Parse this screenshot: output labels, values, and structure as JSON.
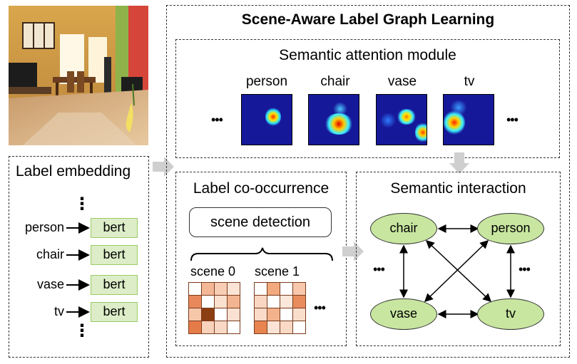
{
  "title": "Scene-Aware Label Graph Learning",
  "attention": {
    "title": "Semantic attention module",
    "maps": [
      {
        "label": "person"
      },
      {
        "label": "chair"
      },
      {
        "label": "vase"
      },
      {
        "label": "tv"
      }
    ]
  },
  "embedding": {
    "title": "Label embedding",
    "rows": [
      {
        "word": "person",
        "encoder": "bert"
      },
      {
        "word": "chair",
        "encoder": "bert"
      },
      {
        "word": "vase",
        "encoder": "bert"
      },
      {
        "word": "tv",
        "encoder": "bert"
      }
    ]
  },
  "cooccurrence": {
    "title": "Label co-occurrence",
    "detector": "scene detection",
    "scenes": [
      "scene 0",
      "scene 1"
    ],
    "matrix_colors": {
      "scene0": [
        "#ffffff",
        "#f5b896",
        "#f7cdb4",
        "#fbe4d6",
        "#e8885b",
        "#ffffff",
        "#fae0cf",
        "#f3b591",
        "#f7c7aa",
        "#8b3e12",
        "#ffffff",
        "#fbe1d2",
        "#e57b49",
        "#f8d2bb",
        "#f9d9c6",
        "#ffffff"
      ],
      "scene1": [
        "#ffffff",
        "#f2a97d",
        "#ffffff",
        "#f7c8ab",
        "#f9d6c2",
        "#ffffff",
        "#fce7db",
        "#e98c5d",
        "#fadbc9",
        "#f3b28c",
        "#ffffff",
        "#fadecc",
        "#e8844f",
        "#fbe4d6",
        "#fad9c6",
        "#ffffff"
      ]
    }
  },
  "interaction": {
    "title": "Semantic interaction",
    "nodes": [
      "chair",
      "person",
      "vase",
      "tv"
    ]
  },
  "ellipsis": "•••",
  "vdots": "⋮"
}
